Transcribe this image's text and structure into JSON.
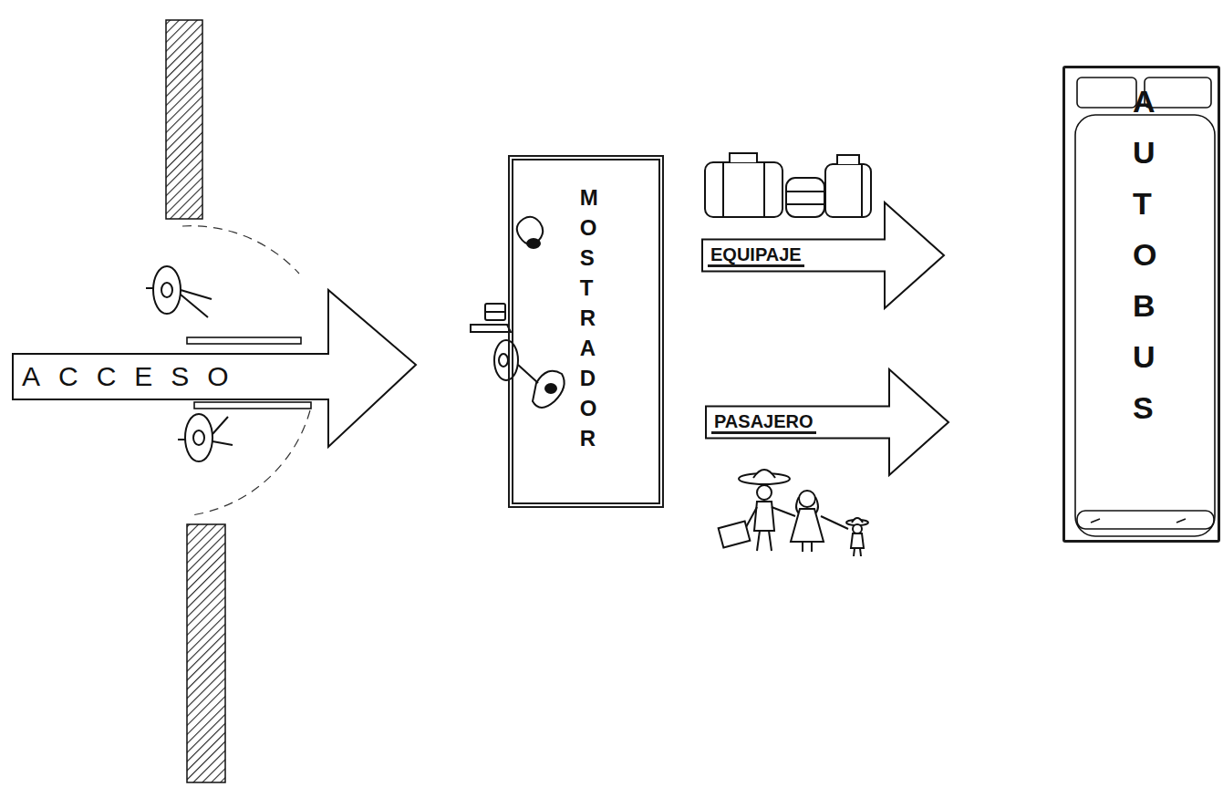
{
  "diagram": {
    "nodes": [
      {
        "text": [
          "MOSTRADOR"
        ]
      },
      {
        "text": [
          "AUTOBUS"
        ]
      }
    ],
    "edges": [
      {
        "from": 0,
        "to": 1,
        "arrow": "to",
        "label": "EQUIPAJE"
      },
      {
        "from": 0,
        "to": 1,
        "arrow": "to",
        "label": "PASAJERO"
      }
    ],
    "labels": [
      "ACCESO"
    ]
  }
}
